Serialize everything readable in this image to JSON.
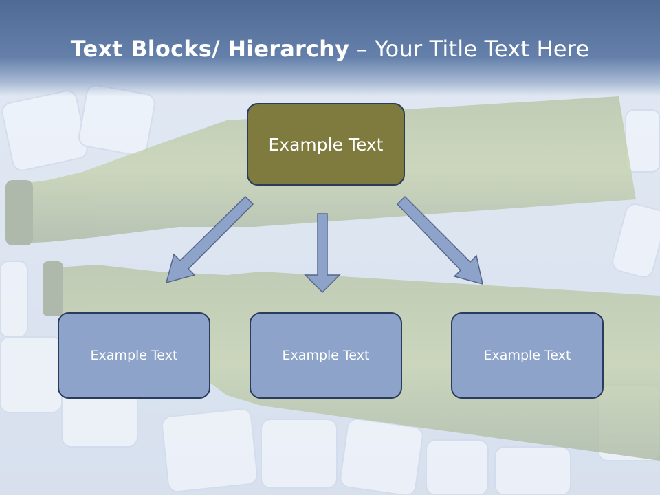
{
  "slide": {
    "title_bold": "Text Blocks/ Hierarchy",
    "title_dash": " – ",
    "title_normal": "Your Title Text Here"
  },
  "hierarchy": {
    "top": {
      "label": "Example Text"
    },
    "children": [
      {
        "label": "Example Text"
      },
      {
        "label": "Example Text"
      },
      {
        "label": "Example Text"
      }
    ]
  },
  "colors": {
    "header": "#5a7299",
    "top_box": "#7f7a3d",
    "child_box": "#8da3c9",
    "border": "#2b3b5e",
    "arrow": "#8da3c9"
  },
  "background": {
    "description_icon": "beer-bottles-on-ice-photo"
  }
}
